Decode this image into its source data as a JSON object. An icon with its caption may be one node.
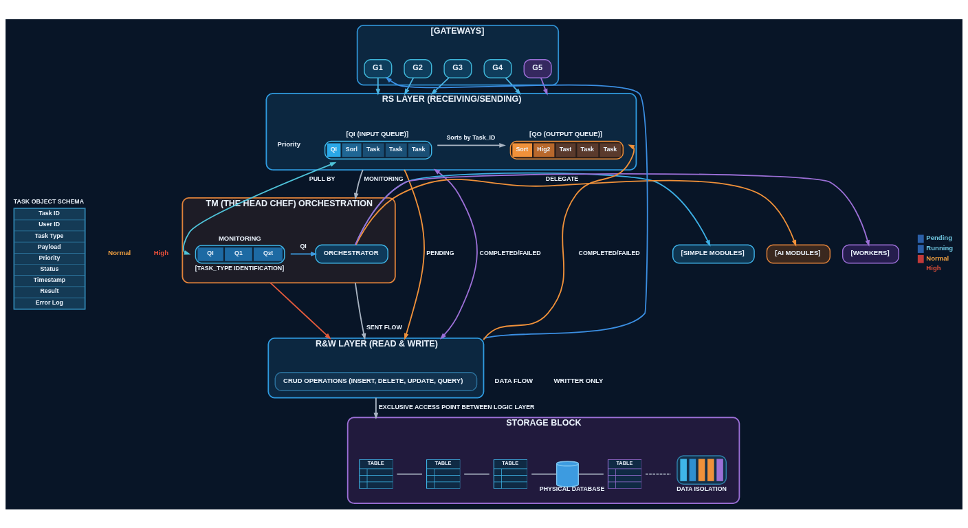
{
  "diagram": {
    "nodes": [
      {
        "text": [
          "[GATEWAYS]"
        ]
      },
      {
        "text": [
          "G1"
        ],
        "in": 0
      },
      {
        "text": [
          "G2"
        ],
        "in": 0
      },
      {
        "text": [
          "G3"
        ],
        "in": 0
      },
      {
        "text": [
          "G4"
        ],
        "in": 0
      },
      {
        "text": [
          "G5"
        ],
        "in": 0
      },
      {
        "text": [
          "RS LAYER (RECEIVING/SENDING)"
        ]
      },
      {
        "text": [
          "[QI (INPUT QUEUE)]",
          "QI",
          "Sorl",
          "Task",
          "Task",
          "Task"
        ],
        "in": 6
      },
      {
        "text": [
          "[QO (OUTPUT QUEUE)]",
          "Sort",
          "Hig2",
          "Tast",
          "Task",
          "Task"
        ],
        "in": 6
      },
      {
        "text": [
          "TM (THE HEAD CHEF) ORCHESTRATION"
        ]
      },
      {
        "text": [
          "MONITORING",
          "QI",
          "Q1",
          "Qɜt",
          "[TASK_TYPE IDENTIFICATION]"
        ],
        "in": 9
      },
      {
        "text": [
          "ORCHESTRATOR"
        ],
        "in": 9
      },
      {
        "text": [
          "[SIMPLE MODULES]"
        ]
      },
      {
        "text": [
          "[AI MODULES]"
        ]
      },
      {
        "text": [
          "[WORKERS]"
        ]
      },
      {
        "text": [
          "TASK OBJECT SCHEMA",
          "Task ID",
          "User ID",
          "Task Type",
          "Payload",
          "Priority",
          "Status",
          "Timestamp",
          "Result",
          "Error Log"
        ]
      },
      {
        "text": [
          "R&W LAYER (READ & WRITE)"
        ]
      },
      {
        "text": [
          "CRUD OPERATIONS (INSERT, DELETE, UPDATE, QUERY)"
        ],
        "in": 16
      },
      {
        "text": [
          "STORAGE BLOCK"
        ]
      },
      {
        "text": [
          "TABLE"
        ],
        "in": 18
      },
      {
        "text": [
          "TABLE"
        ],
        "in": 18
      },
      {
        "text": [
          "TABLE"
        ],
        "in": 18
      },
      {
        "text": [],
        "shape": "cylinder",
        "beside": [
          "PHYSICAL DATABASE"
        ],
        "in": 18
      },
      {
        "text": [
          "TABLE"
        ],
        "in": 18
      },
      {
        "text": [],
        "shape": "box",
        "beside": [
          "DATA ISOLATION"
        ],
        "in": 18
      }
    ],
    "edges": [
      {
        "from": 16,
        "to": 1,
        "arrow": "to",
        "color": "#3b8fe3"
      },
      {
        "from": 1,
        "to": 6,
        "arrow": "to",
        "color": "#4cb3e0"
      },
      {
        "from": 2,
        "to": 6,
        "arrow": "to",
        "color": "#4cb3e0"
      },
      {
        "from": 3,
        "to": 6,
        "arrow": "to",
        "color": "#4cb3e0"
      },
      {
        "from": 4,
        "to": 6,
        "arrow": "to",
        "color": "#4cb3e0"
      },
      {
        "from": 5,
        "to": 6,
        "arrow": "to",
        "color": "#9b6fd6"
      },
      {
        "from": 7,
        "to": 8,
        "arrow": "to",
        "label": "Sorts by Task_ID"
      },
      {
        "from": 6,
        "to": 9,
        "arrow": "to",
        "label": "MONITORING"
      },
      {
        "from": 6,
        "to": 16,
        "arrow": "to",
        "label": "PENDING",
        "color": "#f0913a"
      },
      {
        "from": 7,
        "to": 10,
        "arrow": "both",
        "label": "PULL BY",
        "color": "#4fc3d9"
      },
      {
        "from": 9,
        "to": 16,
        "arrow": "to",
        "color": "#e25a3c"
      },
      {
        "from": 10,
        "to": 11,
        "arrow": "to",
        "label": "QI",
        "color": "#3d9be0"
      },
      {
        "from": 11,
        "to": 12,
        "arrow": "to",
        "color": "#3db0e6"
      },
      {
        "from": 11,
        "to": 13,
        "arrow": "to",
        "label": "DELEGATE",
        "color": "#f0913a"
      },
      {
        "from": 11,
        "to": 14,
        "arrow": "to",
        "color": "#9b6fd6"
      },
      {
        "from": 9,
        "to": 16,
        "arrow": "to",
        "label": "SENT FLOW"
      },
      {
        "from": 16,
        "to": 8,
        "arrow": "to",
        "label": "COMPLETED/FAILED",
        "color": "#f0913a"
      },
      {
        "from": 6,
        "to": 16,
        "arrow": "both",
        "label": "COMPLETED/FAILED",
        "color": "#9b6fd6"
      },
      {
        "from": 16,
        "to": 18,
        "arrow": "to",
        "label": "EXCLUSIVE ACCESS POINT BETWEEN LOGIC LAYER"
      },
      {
        "from": 19,
        "to": 20,
        "arrow": "none"
      },
      {
        "from": 20,
        "to": 21,
        "arrow": "none"
      },
      {
        "from": 21,
        "to": 22,
        "arrow": "none"
      },
      {
        "from": 22,
        "to": 23,
        "arrow": "none"
      },
      {
        "from": 23,
        "to": 24,
        "arrow": "none",
        "style": "dashed"
      }
    ],
    "labels": [
      "Priority",
      "Normal",
      "High",
      "DATA FLOW",
      "WRITTER ONLY"
    ],
    "legend": [
      {
        "text": "Pending",
        "color": "#2b5fa8"
      },
      {
        "text": "Running",
        "color": "#2b5fa8"
      },
      {
        "text": "Normal",
        "color": "#c23a3a"
      },
      {
        "text": "High"
      }
    ]
  }
}
